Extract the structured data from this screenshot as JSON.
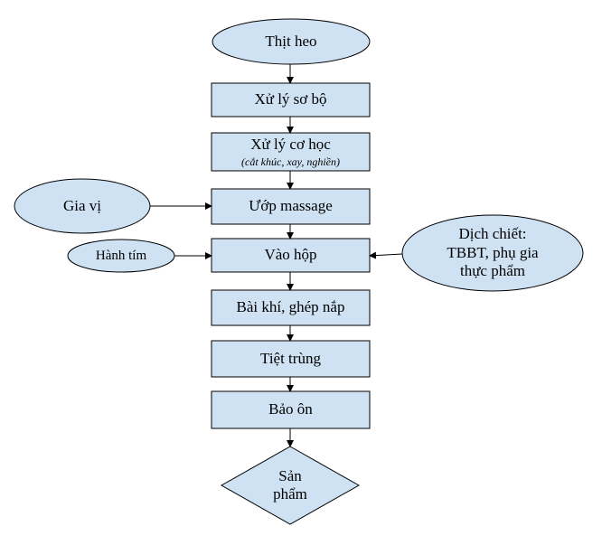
{
  "colors": {
    "node_fill": "#cfe2f3",
    "stroke": "#000000",
    "text": "#000000"
  },
  "nodes": {
    "raw_material": {
      "label": "Thịt heo"
    },
    "preprocess": {
      "label": "Xử lý sơ bộ"
    },
    "mechanical": {
      "label": "Xử lý cơ học",
      "sublabel": "(cắt khúc, xay, nghiền)"
    },
    "marinate": {
      "label": "Ướp massage"
    },
    "spices": {
      "label": "Gia vị"
    },
    "fill_can": {
      "label": "Vào hộp"
    },
    "shallot": {
      "label": "Hành tím"
    },
    "extract": {
      "line1": "Dịch chiết:",
      "line2": "TBBT, phụ gia",
      "line3": "thực phẩm"
    },
    "exhaust_seal": {
      "label": "Bài khí, ghép nắp"
    },
    "sterilize": {
      "label": "Tiệt trùng"
    },
    "incubate": {
      "label": "Bảo ôn"
    },
    "product": {
      "line1": "Sản",
      "line2": "phẩm"
    }
  }
}
